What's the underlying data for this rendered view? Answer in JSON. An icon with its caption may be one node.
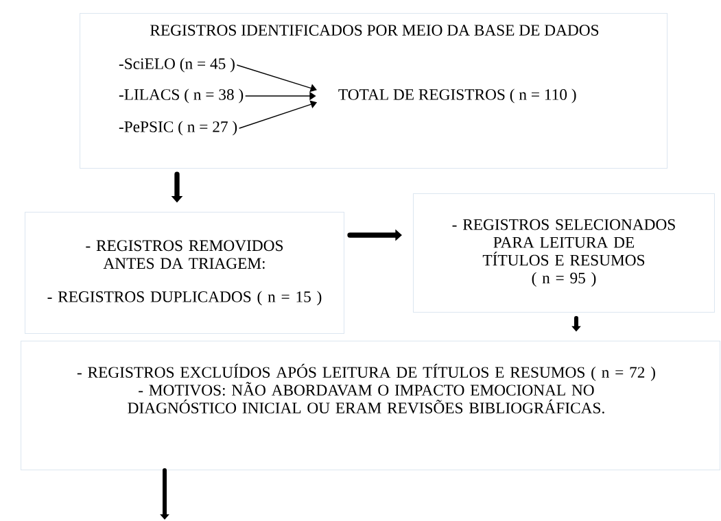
{
  "diagram": {
    "nodes": [
      {
        "text": [
          "REGISTROS IDENTIFICADOS POR MEIO DA BASE DE DADOS"
        ]
      },
      {
        "text": [
          "-SciELO (n = 45 )"
        ],
        "in": 0
      },
      {
        "text": [
          "-LILACS ( n = 38 )"
        ],
        "in": 0
      },
      {
        "text": [
          "-PePSIC ( n = 27 )"
        ],
        "in": 0
      },
      {
        "text": [
          "TOTAL DE REGISTROS ( n = 110 )"
        ],
        "in": 0
      },
      {
        "text": [
          "- REGISTROS REMOVIDOS ANTES DA TRIAGEM:",
          "- REGISTROS DUPLICADOS ( n = 15 )"
        ]
      },
      {
        "text": [
          "- REGISTROS SELECIONADOS PARA LEITURA DE TÍTULOS E RESUMOS",
          "( n = 95 )"
        ]
      },
      {
        "text": [
          "- REGISTROS EXCLUÍDOS APÓS LEITURA DE TÍTULOS E RESUMOS ( n = 72 )",
          "- MOTIVOS: NÃO ABORDAVAM O IMPACTO EMOCIONAL NO DIAGNÓSTICO INICIAL OU ERAM REVISÕES BIBLIOGRÁFICAS."
        ]
      }
    ],
    "edges": [
      {
        "from": 1,
        "to": 4,
        "arrow": "to"
      },
      {
        "from": 2,
        "to": 4,
        "arrow": "to"
      },
      {
        "from": 3,
        "to": 4,
        "arrow": "to"
      },
      {
        "from": 0,
        "to": 5,
        "arrow": "to"
      },
      {
        "from": 5,
        "to": 6,
        "arrow": "to"
      },
      {
        "from": 6,
        "to": 7,
        "arrow": "to"
      },
      {
        "from": 7,
        "to": null,
        "arrow": "to"
      }
    ]
  }
}
